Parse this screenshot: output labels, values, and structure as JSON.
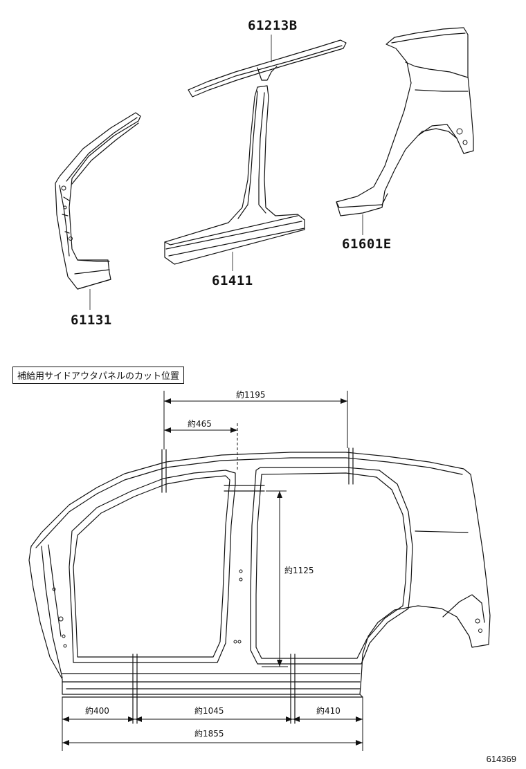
{
  "parts": [
    {
      "id": "part-61213b",
      "number": "61213B"
    },
    {
      "id": "part-61601e",
      "number": "61601E"
    },
    {
      "id": "part-61411",
      "number": "61411"
    },
    {
      "id": "part-61131",
      "number": "61131"
    }
  ],
  "caption": "補給用サイドアウタパネルのカット位置",
  "dimensions": {
    "d1195": "約1195",
    "d465": "約465",
    "d1125": "約1125",
    "d400": "約400",
    "d1045": "約1045",
    "d410": "約410",
    "d1855": "約1855"
  },
  "diagram_id": "614369"
}
